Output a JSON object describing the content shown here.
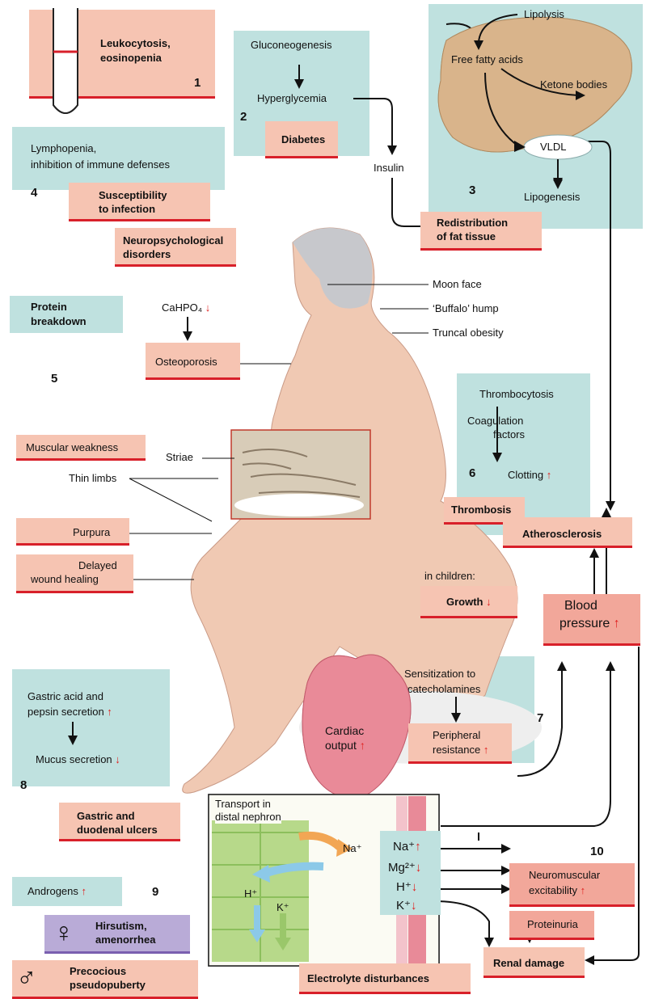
{
  "b1": {
    "line1": "Leukocytosis,",
    "line2": "eosinopenia",
    "num": "1"
  },
  "b2": {
    "gluco": "Gluconeogenesis",
    "hyper": "Hyperglycemia",
    "diabetes": "Diabetes",
    "num": "2",
    "insulin": "Insulin"
  },
  "b3": {
    "lipolysis": "Lipolysis",
    "ffa": "Free fatty acids",
    "ketone": "Ketone bodies",
    "vldl": "VLDL",
    "lipogenesis": "Lipogenesis",
    "num": "3",
    "redist1": "Redistribution",
    "redist2": "of fat tissue"
  },
  "b4": {
    "lympho1": "Lymphopenia,",
    "lympho2": "inhibition of immune defenses",
    "num": "4",
    "suscept1": "Susceptibility",
    "suscept2": "to infection",
    "neuro1": "Neuropsychological",
    "neuro2": "disorders"
  },
  "b5": {
    "protein1": "Protein",
    "protein2": "breakdown",
    "caco": "CaHPO₄",
    "osteo": "Osteoporosis",
    "num": "5",
    "muscular": "Muscular weakness",
    "thin": "Thin limbs",
    "purpura": "Purpura",
    "delayed1": "Delayed",
    "delayed2": "wound healing"
  },
  "body": {
    "moon": "Moon face",
    "buffalo": "‘Buffalo’ hump",
    "truncal": "Truncal obesity",
    "striae": "Striae"
  },
  "b6": {
    "thrombocytosis": "Thrombocytosis",
    "coag1": "Coagulation",
    "coag2": "factors",
    "num": "6",
    "clotting": "Clotting",
    "thrombosis": "Thrombosis",
    "athero": "Atherosclerosis"
  },
  "growth": {
    "children": "in children:",
    "label": "Growth"
  },
  "b7": {
    "bp1": "Blood",
    "bp2": "pressure",
    "sens1": "Sensitization to",
    "sens2": "catecholamines",
    "cardiac1": "Cardiac",
    "cardiac2": "output",
    "periph1": "Peripheral",
    "periph2": "resistance",
    "num": "7"
  },
  "b8": {
    "gastric1": "Gastric acid and",
    "gastric2": "pepsin secretion",
    "mucus": "Mucus secretion",
    "num": "8",
    "ulcer1": "Gastric and",
    "ulcer2": "duodenal ulcers"
  },
  "b9": {
    "androgens": "Androgens",
    "num": "9",
    "hirs1": "Hirsutism,",
    "hirs2": "amenorrhea",
    "prec1": "Precocious",
    "prec2": "pseudopuberty"
  },
  "b10": {
    "transport1": "Transport in",
    "transport2": "distal nephron",
    "na_in": "Na⁺",
    "h_out": "H⁺",
    "k_out": "K⁺",
    "na": "Na⁺",
    "mg": "Mg²⁺",
    "h": "H⁺",
    "k": "K⁺",
    "num": "10",
    "neuro1": "Neuromuscular",
    "neuro2": "excitability",
    "proteinuria": "Proteinuria",
    "renal": "Renal damage",
    "electrolyte": "Electrolyte disturbances"
  },
  "symbols": {
    "up": "↑",
    "down": "↓",
    "female": "♀",
    "male": "♂"
  },
  "colors": {
    "pink": "#f6c4b2",
    "teal": "#bfe1df",
    "red": "#d8202a",
    "lilac": "#b9abd7"
  }
}
